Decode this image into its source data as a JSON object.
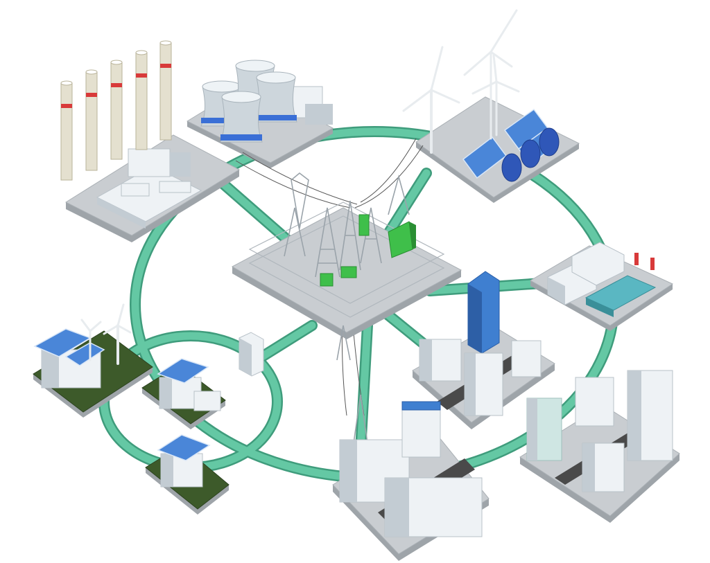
{
  "diagram": {
    "colors": {
      "ring": "#64c8a4",
      "ring_edge": "#3f9c7c",
      "platform": "#c9cdd1",
      "platform_side": "#9ea4a9",
      "building": "#eef2f5",
      "building_shade": "#c3ccd3",
      "glass_blue": "#3f7fd0",
      "solar": "#4a86d8",
      "substation_green": "#3fbf4a",
      "grass": "#3d5a2a",
      "road": "#4a4a4a",
      "tower": "#9aa3aa",
      "chimney": "#e4e0cf",
      "chimney_band": "#d83a3a",
      "cooling_tower": "#cdd6dc",
      "cooling_band": "#3a6fd6"
    },
    "nodes": [
      {
        "id": "coal-power-plant",
        "icon": "factory-smokestacks-icon"
      },
      {
        "id": "nuclear-power-plant",
        "icon": "cooling-tower-icon"
      },
      {
        "id": "wind-solar-farm",
        "icon": "wind-turbine-icon"
      },
      {
        "id": "central-substation",
        "icon": "substation-icon"
      },
      {
        "id": "industrial-plant",
        "icon": "factory-icon"
      },
      {
        "id": "office-district",
        "icon": "office-building-icon"
      },
      {
        "id": "residential-district",
        "icon": "apartment-icon"
      },
      {
        "id": "high-rise-district",
        "icon": "skyscraper-icon"
      },
      {
        "id": "solar-house-with-wind",
        "icon": "solar-house-icon"
      },
      {
        "id": "solar-house",
        "icon": "house-icon"
      },
      {
        "id": "small-solar-house",
        "icon": "house-icon"
      },
      {
        "id": "distribution-cabinet",
        "icon": "cabinet-icon"
      }
    ]
  }
}
